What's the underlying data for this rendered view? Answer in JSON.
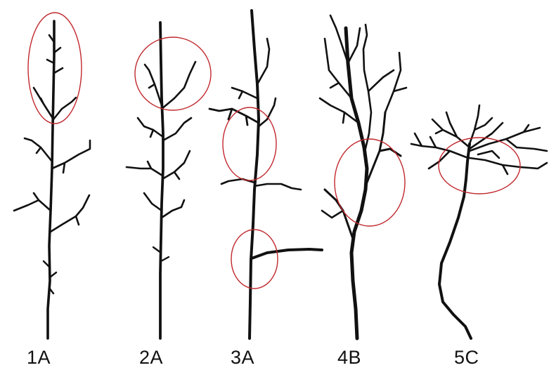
{
  "figure": {
    "line_color": "#111111",
    "marker_color": "#c0282d",
    "background": "#ffffff",
    "panels": [
      {
        "label": "1A"
      },
      {
        "label": "2A"
      },
      {
        "label": "3A"
      },
      {
        "label": "4B"
      },
      {
        "label": "5C"
      }
    ]
  }
}
